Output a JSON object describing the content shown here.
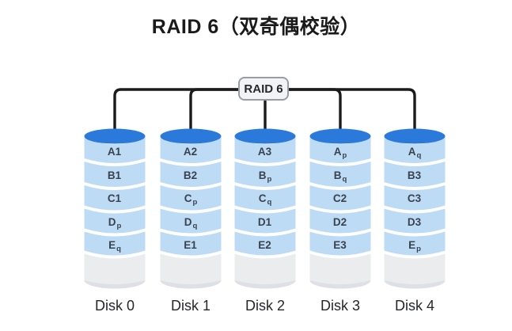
{
  "title": "RAID 6（双奇偶校验）",
  "controller": {
    "label": "RAID 6"
  },
  "disks": [
    {
      "label": "Disk 0",
      "blocks": [
        {
          "t": "A1",
          "s": ""
        },
        {
          "t": "B1",
          "s": ""
        },
        {
          "t": "C1",
          "s": ""
        },
        {
          "t": "D",
          "s": "p"
        },
        {
          "t": "E",
          "s": "q"
        }
      ]
    },
    {
      "label": "Disk 1",
      "blocks": [
        {
          "t": "A2",
          "s": ""
        },
        {
          "t": "B2",
          "s": ""
        },
        {
          "t": "C",
          "s": "p"
        },
        {
          "t": "D",
          "s": "q"
        },
        {
          "t": "E1",
          "s": ""
        }
      ]
    },
    {
      "label": "Disk 2",
      "blocks": [
        {
          "t": "A3",
          "s": ""
        },
        {
          "t": "B",
          "s": "p"
        },
        {
          "t": "C",
          "s": "q"
        },
        {
          "t": "D1",
          "s": ""
        },
        {
          "t": "E2",
          "s": ""
        }
      ]
    },
    {
      "label": "Disk 3",
      "blocks": [
        {
          "t": "A",
          "s": "p"
        },
        {
          "t": "B",
          "s": "q"
        },
        {
          "t": "C2",
          "s": ""
        },
        {
          "t": "D2",
          "s": ""
        },
        {
          "t": "E3",
          "s": ""
        }
      ]
    },
    {
      "label": "Disk 4",
      "blocks": [
        {
          "t": "A",
          "s": "q"
        },
        {
          "t": "B3",
          "s": ""
        },
        {
          "t": "C3",
          "s": ""
        },
        {
          "t": "D3",
          "s": ""
        },
        {
          "t": "E",
          "s": "p"
        }
      ]
    }
  ],
  "colors": {
    "disk-top": "#2B79DB",
    "disk-band": "#BEDBF6",
    "disk-empty": "#EAECEE",
    "disk-rim": "#DDE0E4",
    "line": "#1B1B1B",
    "box-bg": "#F2F3F4",
    "box-border": "#989DA3",
    "block-text": "#39434E",
    "title-text": "#1A1A1A",
    "label-text": "#23272B"
  }
}
